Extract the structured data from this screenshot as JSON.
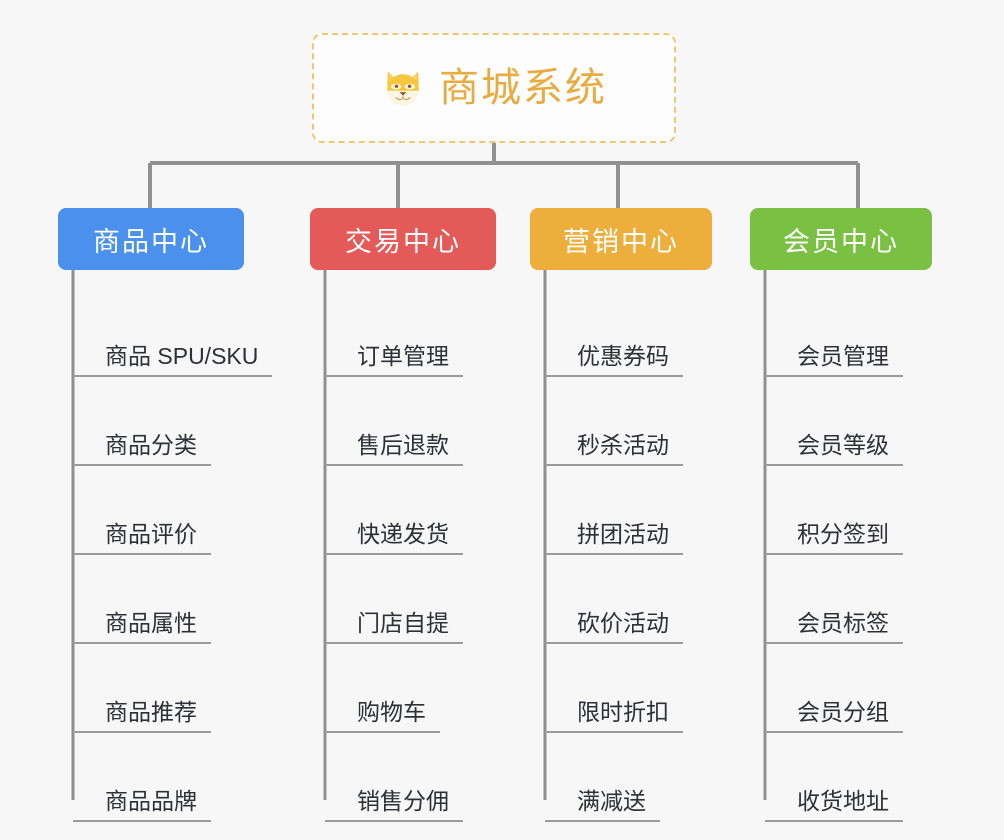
{
  "page": {
    "background_color": "#f7f7f7",
    "type": "mindmap"
  },
  "root": {
    "icon": "shiba-dog-face-icon",
    "title": "商城系统",
    "title_color": "#e8ab3f",
    "border_color": "#f0c675",
    "background_color": "#fdfdfd"
  },
  "connector_color": "#909090",
  "branches": [
    {
      "label": "商品中心",
      "color": "#4a90ec",
      "items": [
        "商品 SPU/SKU",
        "商品分类",
        "商品评价",
        "商品属性",
        "商品推荐",
        "商品品牌"
      ]
    },
    {
      "label": "交易中心",
      "color": "#e35a58",
      "items": [
        "订单管理",
        "售后退款",
        "快递发货",
        "门店自提",
        "购物车",
        "销售分佣"
      ]
    },
    {
      "label": "营销中心",
      "color": "#eeae3c",
      "items": [
        "优惠券码",
        "秒杀活动",
        "拼团活动",
        "砍价活动",
        "限时折扣",
        "满减送"
      ]
    },
    {
      "label": "会员中心",
      "color": "#7ac143",
      "items": [
        "会员管理",
        "会员等级",
        "积分签到",
        "会员标签",
        "会员分组",
        "收货地址"
      ]
    }
  ]
}
